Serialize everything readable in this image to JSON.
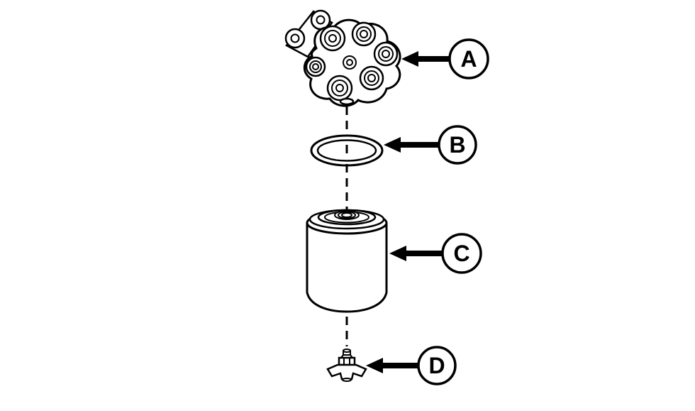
{
  "diagram": {
    "type": "exploded-parts-diagram",
    "background_color": "#ffffff",
    "line_color": "#000000",
    "callouts": [
      {
        "label": "A",
        "target": "filter-head-assembly"
      },
      {
        "label": "B",
        "target": "o-ring-seal"
      },
      {
        "label": "C",
        "target": "filter-canister"
      },
      {
        "label": "D",
        "target": "drain-valve"
      }
    ]
  }
}
